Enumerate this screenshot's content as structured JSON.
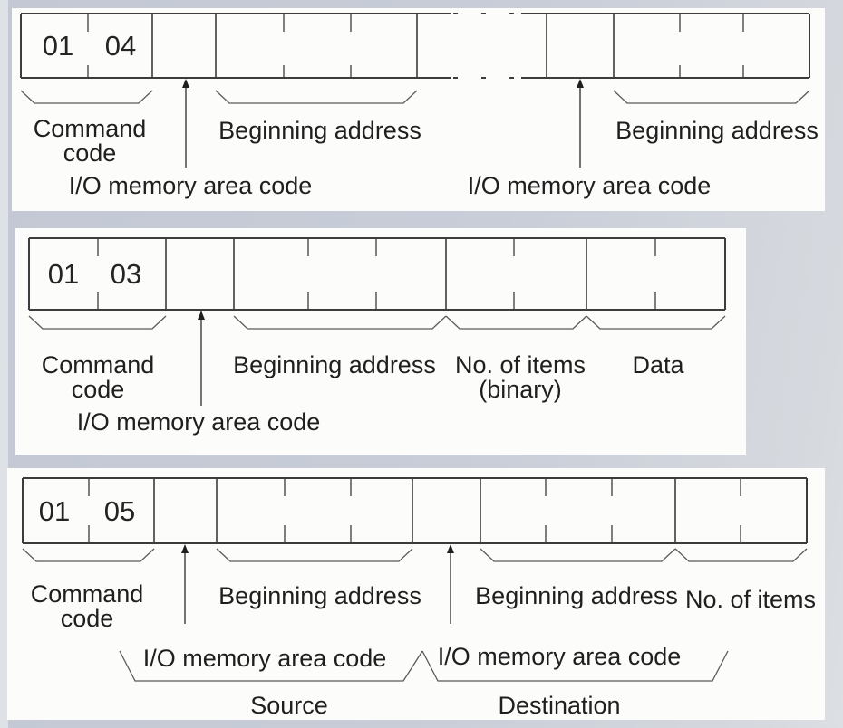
{
  "colors": {
    "background": "#c8cdd8",
    "panel": "#fcfcfb",
    "line": "#3c3c3c",
    "text": "#1f1f1f"
  },
  "diagrams": [
    {
      "bytes": [
        "01",
        "04"
      ],
      "labels": {
        "command": [
          "Command",
          "code"
        ],
        "beginning_address_1": "Beginning address",
        "io_memory_area_code_1": "I/O memory area code",
        "io_memory_area_code_2": "I/O memory area code",
        "beginning_address_2": "Beginning address"
      }
    },
    {
      "bytes": [
        "01",
        "03"
      ],
      "labels": {
        "command": [
          "Command",
          "code"
        ],
        "beginning_address": "Beginning address",
        "io_memory_area_code": "I/O memory area code",
        "no_of_items": [
          "No. of items",
          "(binary)"
        ],
        "data": "Data"
      }
    },
    {
      "bytes": [
        "01",
        "05"
      ],
      "labels": {
        "command": [
          "Command",
          "code"
        ],
        "io_memory_area_code_source": "I/O memory area code",
        "beginning_address_source": "Beginning address",
        "io_memory_area_code_destination": "I/O memory area code",
        "beginning_address_destination": "Beginning address",
        "no_of_items": "No. of items",
        "source": "Source",
        "destination": "Destination"
      }
    }
  ]
}
